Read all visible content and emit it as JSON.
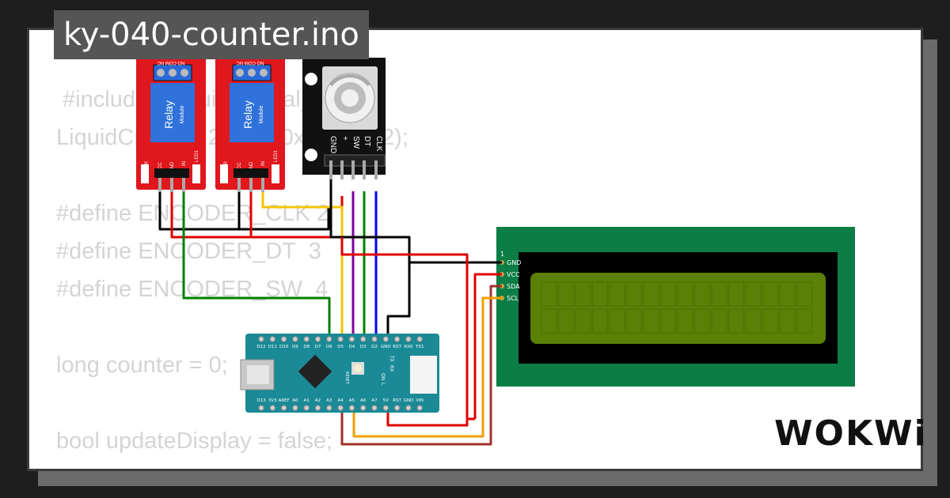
{
  "title": "ky-040-counter.ino",
  "brand": "WOKWi",
  "code_lines": [
    " #include <LiquidCrystal_I2C.h>",
    "LiquidCrystal_I2C lcd(0x27, 16, 2);",
    "",
    "#define ENCODER_CLK 2",
    "#define ENCODER_DT  3",
    "#define ENCODER_SW  4",
    "",
    "long counter = 0;",
    "",
    "bool updateDisplay = false;"
  ],
  "relays": [
    {
      "name": "Relay",
      "sub": "Module",
      "top_pins": "NO COM NC",
      "bottom_pins": [
        "PWR",
        "VCC",
        "GND",
        "IN",
        "LED1"
      ]
    },
    {
      "name": "Relay",
      "sub": "Module",
      "top_pins": "NO COM NC",
      "bottom_pins": [
        "PWR",
        "VCC",
        "GND",
        "IN",
        "LED1"
      ]
    }
  ],
  "encoder_pins": [
    "CLK",
    "DT",
    "SW",
    "+",
    "GND"
  ],
  "lcd": {
    "pin_index": "1",
    "pins": [
      "GND",
      "VCC",
      "SDA",
      "SCL"
    ],
    "bezel_color": "#0c7d45",
    "screen_color": "#5a8005"
  },
  "nano": {
    "top_pins": [
      "D12",
      "D11",
      "D10",
      "D9",
      "D8",
      "D7",
      "D6",
      "D5",
      "D4",
      "D3",
      "D2",
      "GND",
      "RST",
      "RX0",
      "TX1"
    ],
    "bottom_pins": [
      "D13",
      "3V3",
      "AREF",
      "A0",
      "A1",
      "A2",
      "A3",
      "A4",
      "A5",
      "A6",
      "A7",
      "5V",
      "RST",
      "GND",
      "VIN"
    ],
    "labels": [
      "RESET",
      "TX",
      "RX",
      "ON",
      "L"
    ],
    "board_color": "#1a8a96"
  },
  "wire_colors": {
    "gnd": "#000000",
    "vcc": "#e00000",
    "clk": "#0000ff",
    "dt": "#008000",
    "sw": "#8000a0",
    "sda": "#a0302a",
    "scl": "#f0a000",
    "in": "#f2c400"
  }
}
